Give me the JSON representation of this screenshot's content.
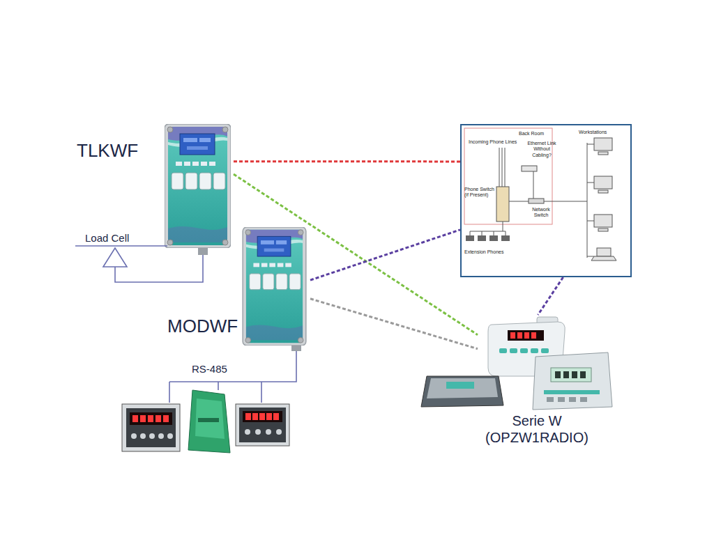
{
  "diagram": {
    "nodes": [
      {
        "text": [
          "TLKWF"
        ]
      },
      {
        "text": [
          "MODWF"
        ]
      },
      {
        "text": [
          "Back Room",
          "Incoming Phone Lines",
          "Ethernet Link Without Cabling?",
          "Workstations",
          "Phone Switch (if Present)",
          "Network Switch",
          "Extension Phones"
        ]
      },
      {
        "text": [
          "Serie W (OPZW1RADIO)"
        ]
      }
    ],
    "edges": [
      {
        "from": 0,
        "to": 2,
        "arrow": "none"
      },
      {
        "from": 0,
        "to": 3,
        "arrow": "none"
      },
      {
        "from": 1,
        "to": 2,
        "arrow": "none"
      },
      {
        "from": 1,
        "to": 3,
        "arrow": "none"
      },
      {
        "from": 2,
        "to": 3,
        "arrow": "none"
      }
    ],
    "labels": [
      "Load Cell",
      "RS-485"
    ]
  }
}
